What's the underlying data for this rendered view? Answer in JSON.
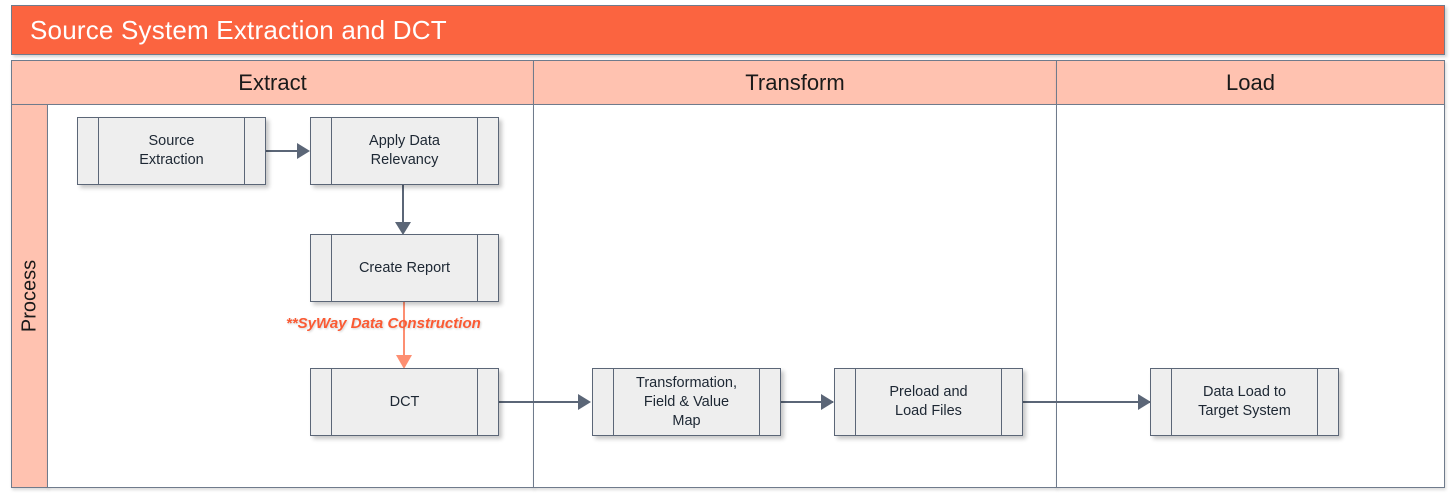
{
  "diagram": {
    "title": "Source System Extraction and DCT",
    "title_bar_color": "#FB6440",
    "phase_header_color": "#FFC2B0",
    "node_fill_color": "#EEEEEE",
    "node_border_color": "#5B6677",
    "connector_color": "#5B6677",
    "accent_color": "#FD8F72",
    "annotation_color": "#FB5A33"
  },
  "phases": [
    {
      "id": "extract",
      "label": "Extract"
    },
    {
      "id": "transform",
      "label": "Transform"
    },
    {
      "id": "load",
      "label": "Load"
    }
  ],
  "lane": {
    "label": "Process"
  },
  "nodes": [
    {
      "id": "source-extraction",
      "label": "Source\nExtraction",
      "phase": "extract"
    },
    {
      "id": "apply-data-relevancy",
      "label": "Apply Data\nRelevancy",
      "phase": "extract"
    },
    {
      "id": "create-report",
      "label": "Create Report",
      "phase": "extract"
    },
    {
      "id": "dct",
      "label": "DCT",
      "phase": "extract"
    },
    {
      "id": "transformation-map",
      "label": "Transformation,\nField & Value\nMap",
      "phase": "transform"
    },
    {
      "id": "preload-load-files",
      "label": "Preload and\nLoad Files",
      "phase": "transform"
    },
    {
      "id": "data-load-target",
      "label": "Data Load to\nTarget System",
      "phase": "load"
    }
  ],
  "annotations": [
    {
      "id": "syway-note",
      "text": "**SyWay Data Construction"
    }
  ],
  "connectors": [
    {
      "from": "source-extraction",
      "to": "apply-data-relevancy",
      "style": "solid"
    },
    {
      "from": "apply-data-relevancy",
      "to": "create-report",
      "style": "solid"
    },
    {
      "from": "create-report",
      "to": "dct",
      "style": "accent"
    },
    {
      "from": "dct",
      "to": "transformation-map",
      "style": "solid"
    },
    {
      "from": "transformation-map",
      "to": "preload-load-files",
      "style": "solid"
    },
    {
      "from": "preload-load-files",
      "to": "data-load-target",
      "style": "solid"
    }
  ]
}
